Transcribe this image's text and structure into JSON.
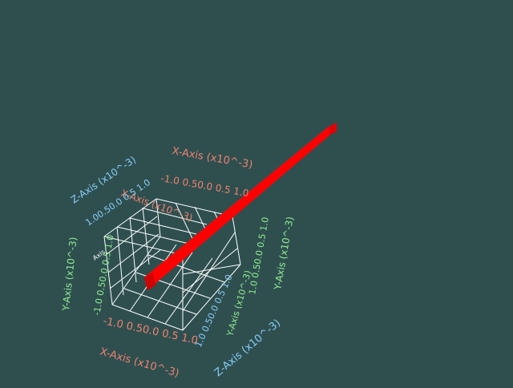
{
  "scene": {
    "background": "#2f4f4f",
    "axis_titles": {
      "x": "X-Axis (x10^-3)",
      "y": "Y-Axis (x10^-3)",
      "z": "Z-Axis (x10^-3)"
    },
    "axis_colors": {
      "x": "#f08070",
      "y": "#90ee90",
      "z": "#87cefa"
    },
    "tick_labels": [
      "-1.0",
      "-0.5",
      "0.0",
      "0.5",
      "1.0"
    ],
    "tick_strings": {
      "x_front": "-1.0 0.50.0 0.5 1.0",
      "x_back": "-1.0 0.50.0 0.5 1.0",
      "z_left": "1.00.50.0 0.5 1.0",
      "y_left": "-1.0 0.50.0 0.5 1.0",
      "y_right": "1.0 0.50.0 0.5 1.0",
      "z_right": "1.0 0.50.0 0.5 1.0"
    },
    "inner_axis_label": "Axis",
    "beam_color": "#ff0000",
    "grid_color": "#ffffff"
  }
}
